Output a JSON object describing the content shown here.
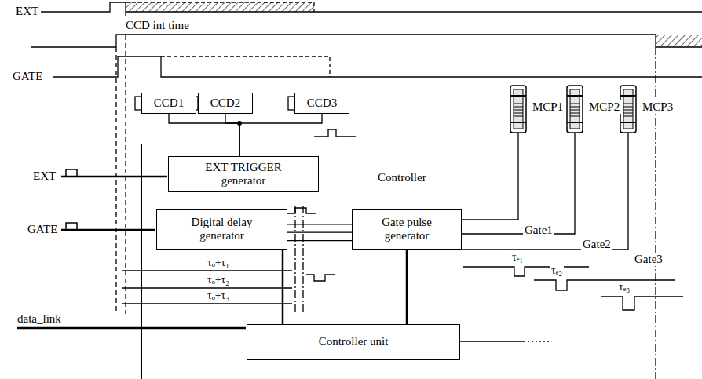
{
  "diagram": {
    "nodes": [
      {
        "text": [
          "CCD1"
        ]
      },
      {
        "text": [
          "CCD2"
        ]
      },
      {
        "text": [
          "CCD3"
        ]
      },
      {
        "text": [
          "Controller"
        ]
      },
      {
        "text": [
          "EXT TRIGGER generator"
        ],
        "in": 3
      },
      {
        "text": [
          "Digital delay generator"
        ],
        "in": 3
      },
      {
        "text": [
          "Gate pulse generator"
        ],
        "in": 3
      },
      {
        "text": [
          "Controller unit"
        ],
        "in": 3
      }
    ],
    "edges": [
      {
        "from": 4,
        "to": 0,
        "arrow": "none"
      },
      {
        "from": 4,
        "to": 1,
        "arrow": "none"
      },
      {
        "from": 4,
        "to": 2,
        "arrow": "none"
      },
      {
        "from": 5,
        "to": 6,
        "arrow": "none"
      },
      {
        "from": 5,
        "to": 6,
        "arrow": "none"
      },
      {
        "from": 5,
        "to": 6,
        "arrow": "none"
      },
      {
        "from": 6,
        "to": 7,
        "arrow": "none"
      },
      {
        "from": 5,
        "to": 7,
        "arrow": "none"
      }
    ],
    "labels": [
      "EXT",
      "CCD int time",
      "GATE",
      "MCP1",
      "MCP2",
      "MCP3",
      "EXT",
      "GATE",
      "τₒ+τ₁",
      "τₒ+τ₂",
      "τₒ+τ₃",
      "τₑ₁",
      "τₑ₂",
      "τₑ₃",
      "Gate1",
      "Gate2",
      "Gate3",
      "data_link"
    ]
  }
}
